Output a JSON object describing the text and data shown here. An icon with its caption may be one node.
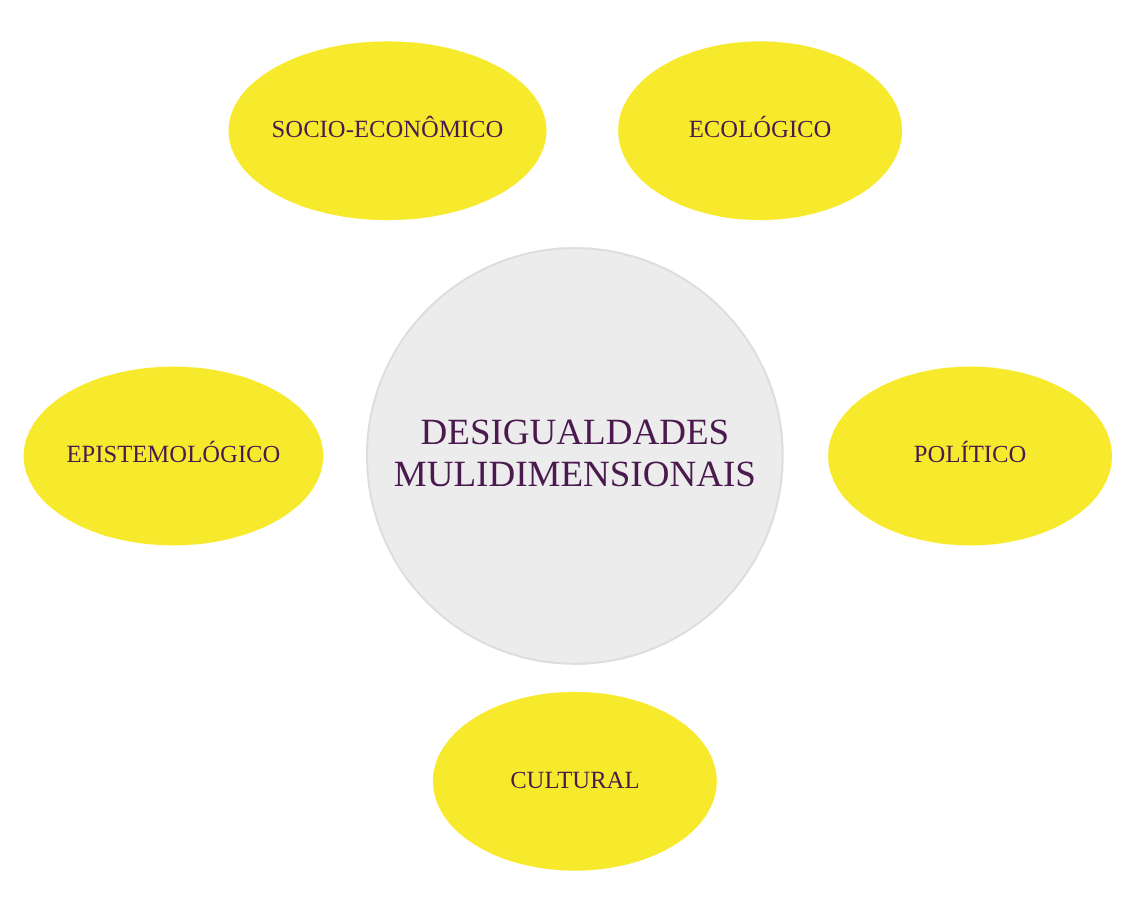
{
  "diagram": {
    "nodes": [
      {
        "text": [
          "DESIGUALDADES MULIDIMENSIONAIS"
        ]
      },
      {
        "text": [
          "SOCIO-ECONÔMICO"
        ]
      },
      {
        "text": [
          "ECOLÓGICO"
        ]
      },
      {
        "text": [
          "EPISTEMOLÓGICO"
        ]
      },
      {
        "text": [
          "POLÍTICO"
        ]
      },
      {
        "text": [
          "CULTURAL"
        ]
      }
    ],
    "edges": []
  }
}
